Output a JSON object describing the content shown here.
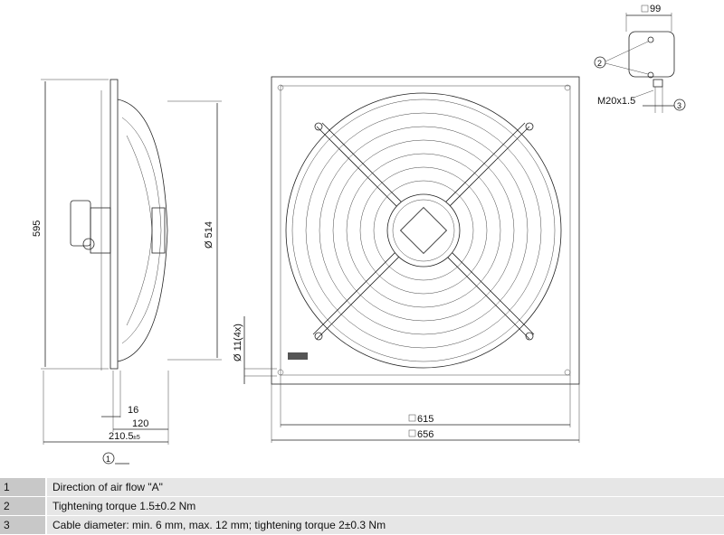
{
  "dimensions": {
    "side_height": "595",
    "side_diameter": "Ø 514",
    "depth_16": "16",
    "depth_120": "120",
    "depth_total": "210.5",
    "depth_tol": "±5",
    "hole": "Ø 11(4x)",
    "inner_square": "615",
    "outer_square": "656",
    "box_square": "99",
    "cable_gland": "M20x1.5"
  },
  "callouts": [
    "1",
    "2",
    "3"
  ],
  "legend": [
    {
      "key": "1",
      "text": "Direction of air flow \"A\""
    },
    {
      "key": "2",
      "text": "Tightening torque 1.5±0.2 Nm"
    },
    {
      "key": "3",
      "text": "Cable diameter: min. 6 mm, max. 12 mm; tightening torque 2±0.3 Nm"
    }
  ]
}
